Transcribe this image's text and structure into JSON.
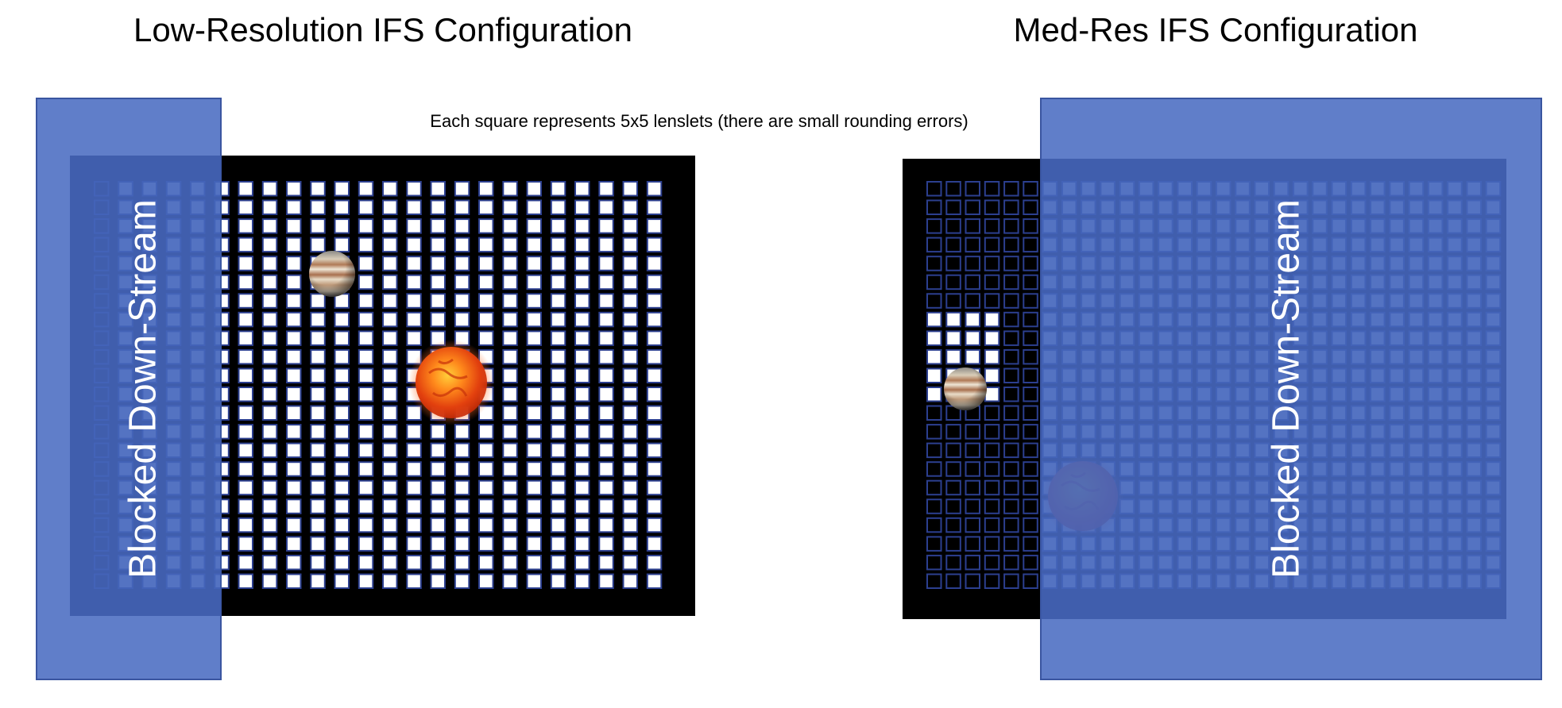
{
  "panels": {
    "low_res": {
      "title": "Low-Resolution IFS Configuration",
      "blocked_label": "Blocked Down-Stream",
      "grid": {
        "cols": 24,
        "rows": 22
      },
      "black_lenslet_columns": [
        0
      ]
    },
    "med_res": {
      "title": "Med-Res IFS Configuration",
      "blocked_label": "Blocked Down-Stream",
      "grid": {
        "cols": 30,
        "rows": 22
      },
      "black_lenslet_columns": [
        0,
        1,
        2,
        3,
        4,
        5
      ]
    }
  },
  "caption": "Each square represents 5x5 lenslets (there are small rounding errors)",
  "icons": {
    "planet": "jupiter-planet-icon",
    "star": "sun-star-icon"
  },
  "colors": {
    "frame": "#000000",
    "lenslet_border": "#2c3f8f",
    "lenslet_fill": "#ffffff",
    "blocked_overlay": "#4a6cc2",
    "star_core": "#e84a10",
    "planet_band": "#b8865a"
  }
}
